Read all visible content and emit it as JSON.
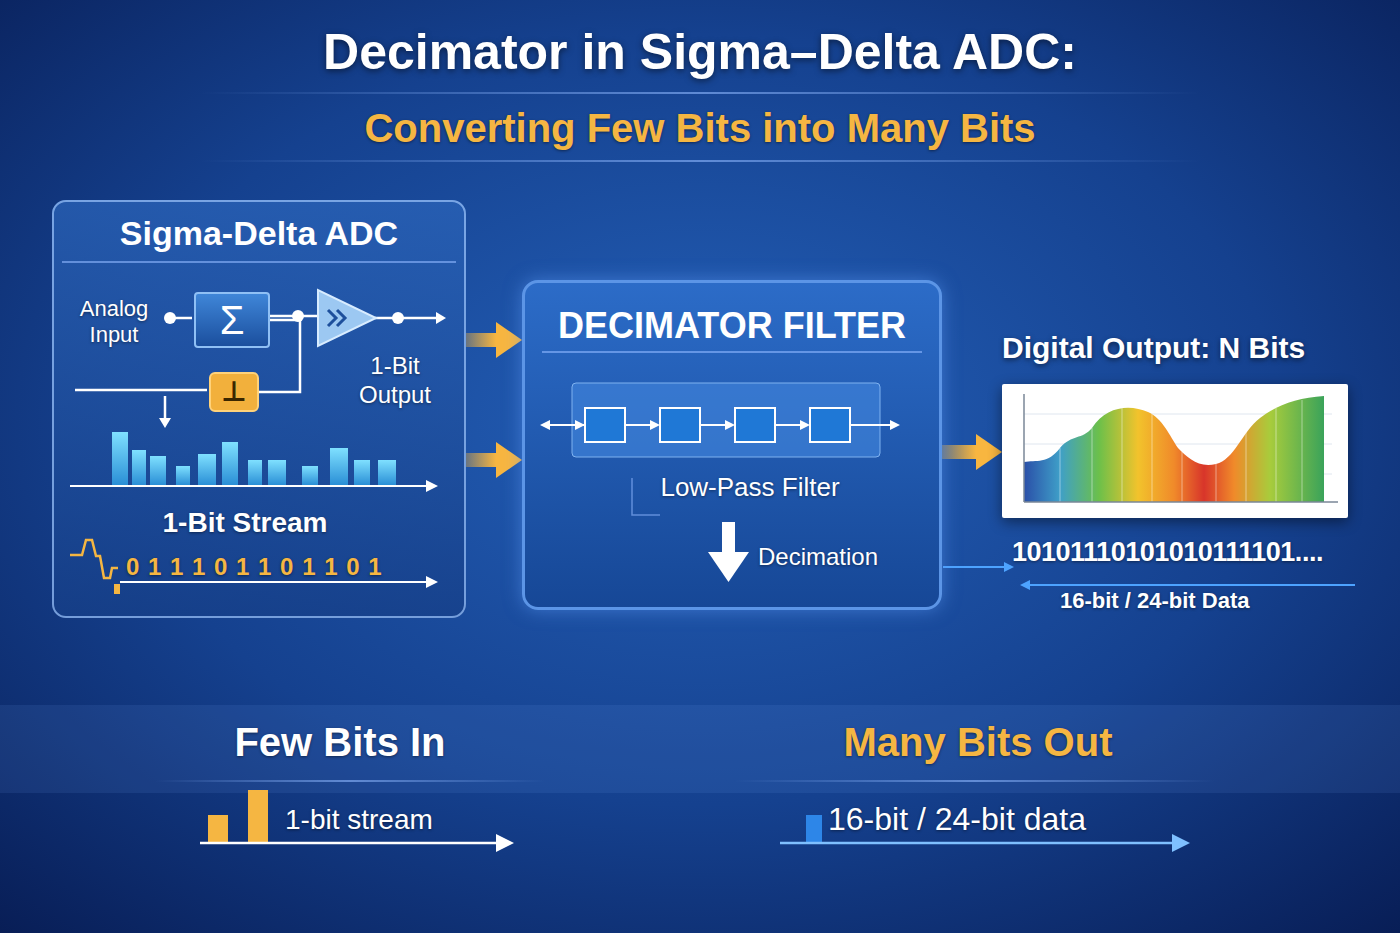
{
  "diagram": {
    "title": "Decimator in Sigma–Delta ADC:",
    "nodes": [
      {
        "text": [
          "Sigma-Delta ADC"
        ]
      },
      {
        "text": [
          "Σ"
        ],
        "in": 0
      },
      {
        "text": [
          "⊥"
        ],
        "in": 0
      },
      {
        "text": [
          "DECIMATOR FILTER"
        ]
      },
      {
        "text": [
          "Digital Output: N Bits"
        ]
      }
    ],
    "edges": [
      {
        "from": 0,
        "to": 3,
        "arrow": "to"
      },
      {
        "from": 0,
        "to": 3,
        "arrow": "to"
      },
      {
        "from": 3,
        "to": 4,
        "arrow": "to"
      },
      {
        "from": 1,
        "to": 2,
        "arrow": "none"
      }
    ],
    "labels": [
      "Converting Few Bits into Many Bits",
      "Analog Input",
      "1-Bit Output",
      "1-Bit Stream",
      "0 1 1 1 0 1 1 0 1 1 0 1",
      "Low-Pass Filter",
      "Decimation",
      "10101110101010111101....",
      "16-bit / 24-bit Data",
      "Few Bits In",
      "1-bit stream",
      "Many Bits Out",
      "16-bit / 24-bit data"
    ]
  }
}
